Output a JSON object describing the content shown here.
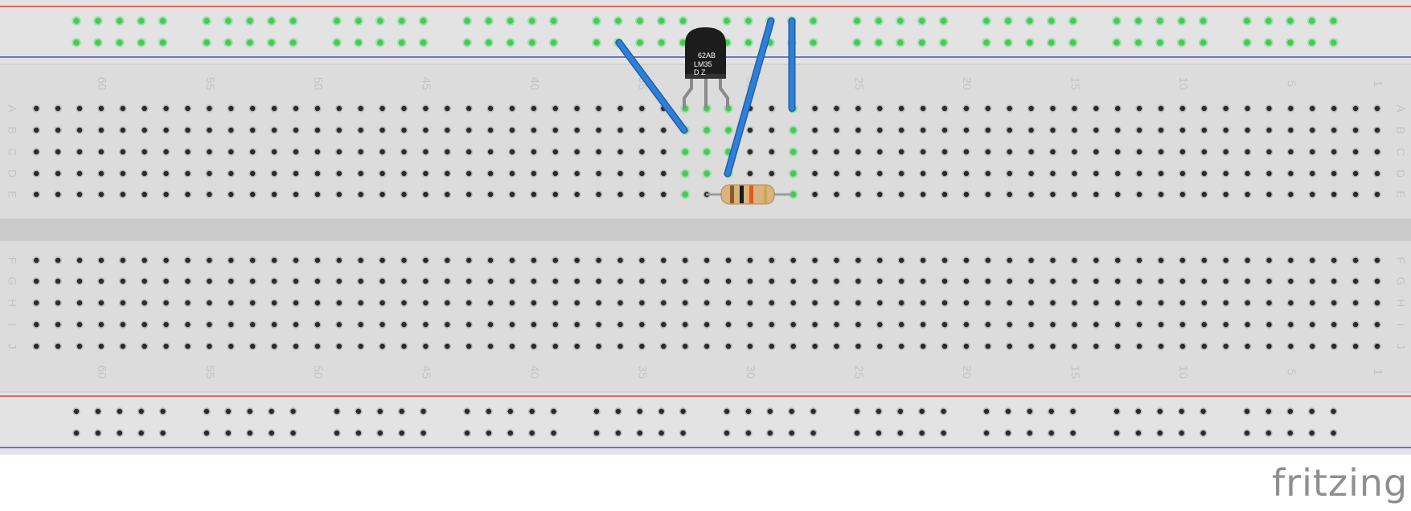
{
  "app": {
    "watermark": "fritzing"
  },
  "breadboard": {
    "column_labels": [
      "60",
      "55",
      "50",
      "45",
      "40",
      "35",
      "30",
      "25",
      "20",
      "15",
      "10",
      "5",
      "1"
    ],
    "row_labels_top": [
      "A",
      "B",
      "C",
      "D",
      "E"
    ],
    "row_labels_bottom": [
      "F",
      "G",
      "H",
      "I",
      "J"
    ]
  },
  "sensor": {
    "line1": "62AB",
    "line2": "LM35",
    "line3": "D Z"
  },
  "colors": {
    "board": "#dcdcdc",
    "rail": "#e3e3e3",
    "channel": "#cbcbcb",
    "hole": "#2b2b2b",
    "hole_active": "#46c85a",
    "rail_positive": "#e02020",
    "rail_negative": "#2030c8",
    "wire": "#2f7fd8",
    "sensor_body": "#1c1c1c"
  }
}
